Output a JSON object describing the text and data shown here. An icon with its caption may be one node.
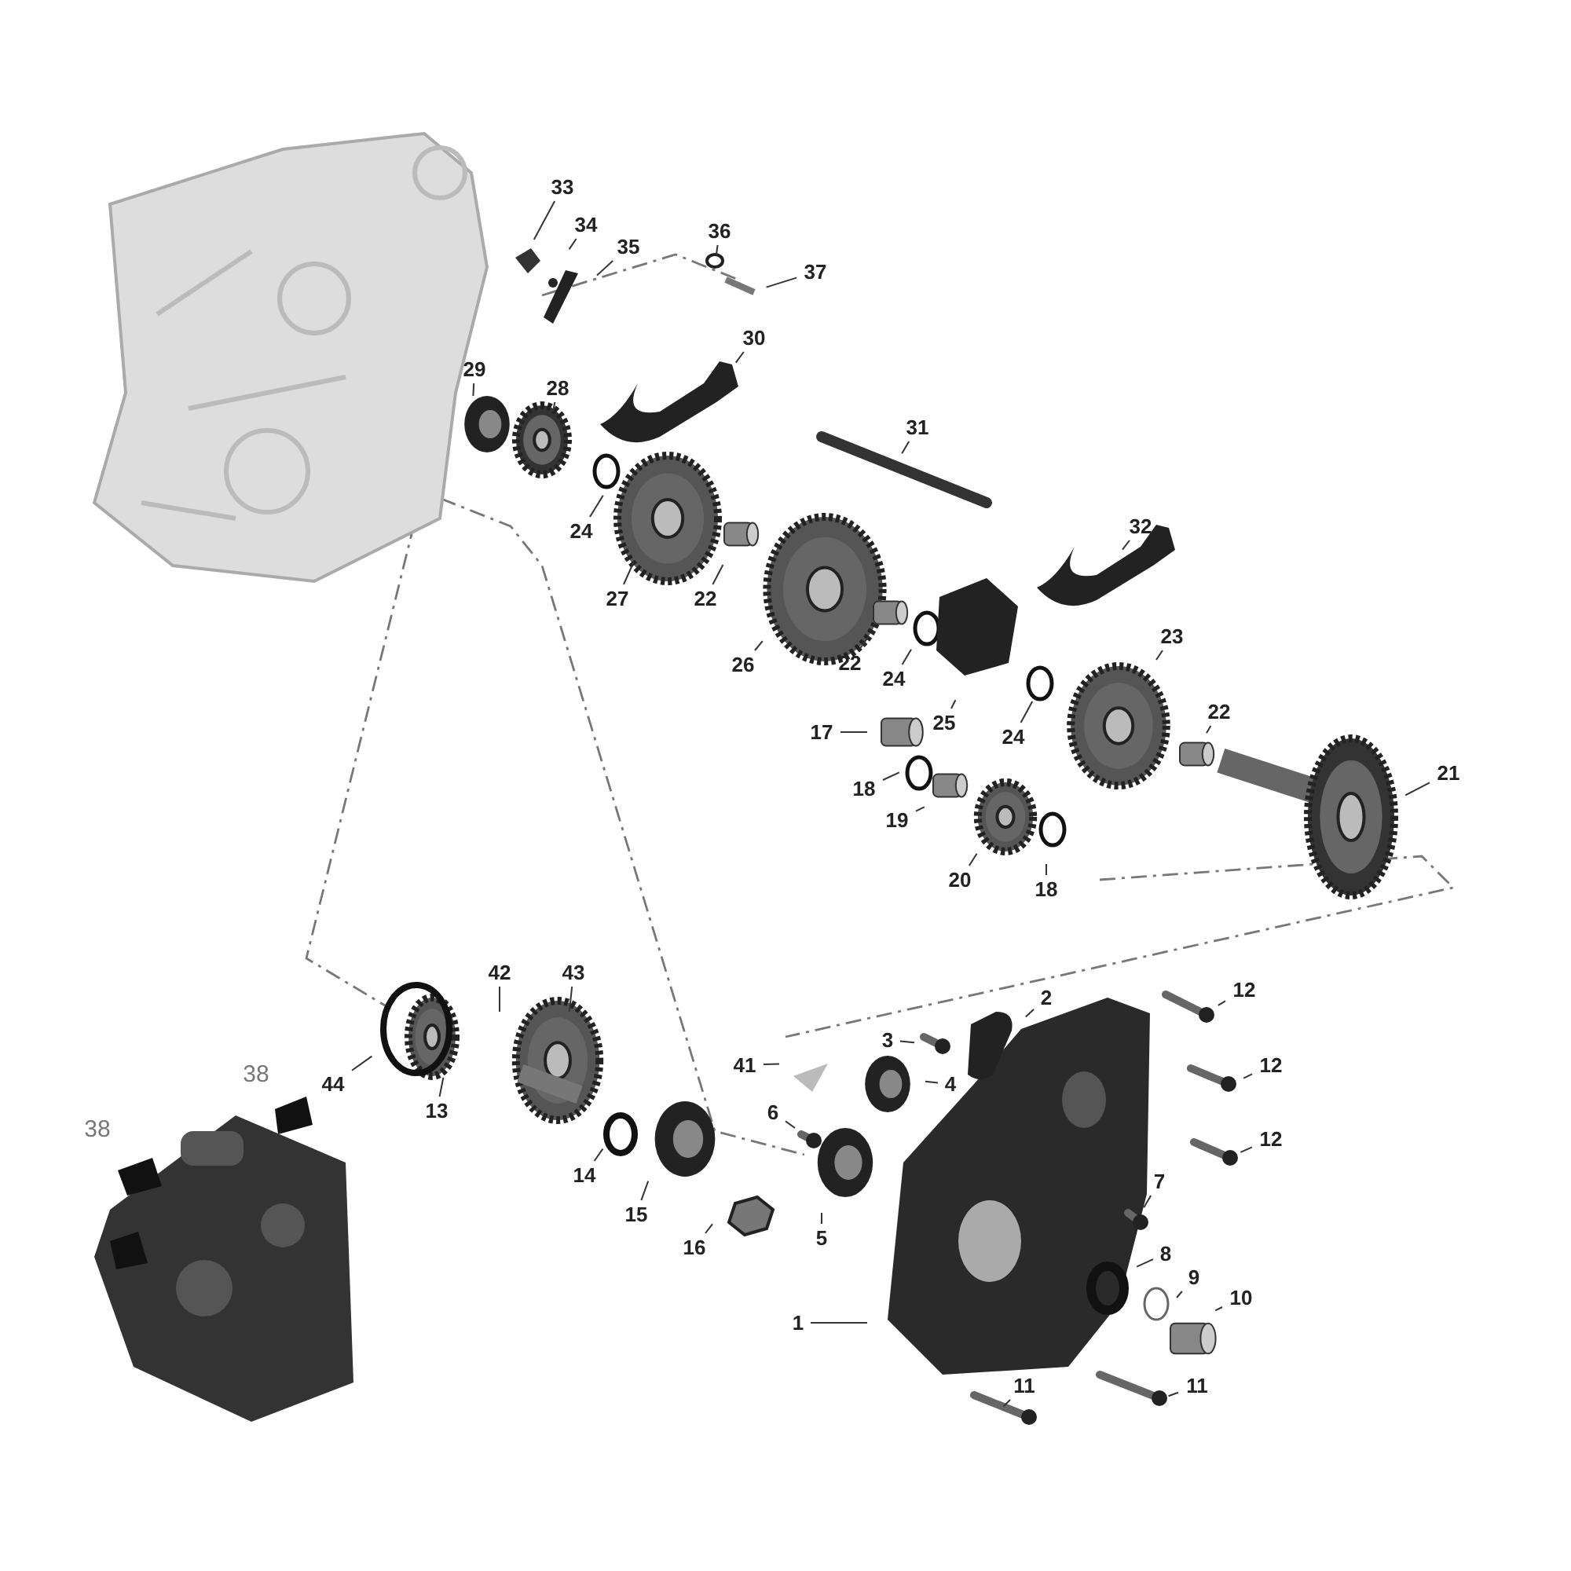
{
  "diagram": {
    "nodes": [
      {
        "text": [
          "33"
        ]
      },
      {
        "text": [
          "34"
        ]
      },
      {
        "text": [
          "35"
        ]
      },
      {
        "text": [
          "36"
        ]
      },
      {
        "text": [
          "37"
        ]
      },
      {
        "text": [
          "30"
        ]
      },
      {
        "text": [
          "29"
        ]
      },
      {
        "text": [
          "28"
        ]
      },
      {
        "text": [
          "31"
        ]
      },
      {
        "text": [
          "24"
        ]
      },
      {
        "text": [
          "27"
        ]
      },
      {
        "text": [
          "22"
        ]
      },
      {
        "text": [
          "26"
        ]
      },
      {
        "text": [
          "32"
        ]
      },
      {
        "text": [
          "22"
        ]
      },
      {
        "text": [
          "24"
        ]
      },
      {
        "text": [
          "25"
        ]
      },
      {
        "text": [
          "23"
        ]
      },
      {
        "text": [
          "24"
        ]
      },
      {
        "text": [
          "22"
        ]
      },
      {
        "text": [
          "17"
        ]
      },
      {
        "text": [
          "18"
        ]
      },
      {
        "text": [
          "19"
        ]
      },
      {
        "text": [
          "21"
        ]
      },
      {
        "text": [
          "20"
        ]
      },
      {
        "text": [
          "18"
        ]
      },
      {
        "text": [
          "42"
        ]
      },
      {
        "text": [
          "43"
        ]
      },
      {
        "text": [
          "12"
        ]
      },
      {
        "text": [
          "2"
        ]
      },
      {
        "text": [
          "3"
        ]
      },
      {
        "text": [
          "44"
        ]
      },
      {
        "text": [
          "41"
        ]
      },
      {
        "text": [
          "4"
        ]
      },
      {
        "text": [
          "6"
        ]
      },
      {
        "text": [
          "13"
        ]
      },
      {
        "text": [
          "12"
        ]
      },
      {
        "text": [
          "12"
        ]
      },
      {
        "text": [
          "14"
        ]
      },
      {
        "text": [
          "15"
        ]
      },
      {
        "text": [
          "16"
        ]
      },
      {
        "text": [
          "5"
        ]
      },
      {
        "text": [
          "7"
        ]
      },
      {
        "text": [
          "8"
        ]
      },
      {
        "text": [
          "9"
        ]
      },
      {
        "text": [
          "10"
        ]
      },
      {
        "text": [
          "1"
        ]
      },
      {
        "text": [
          "11"
        ]
      },
      {
        "text": [
          "11"
        ]
      }
    ],
    "edges": [
      {
        "from": 0,
        "to": null,
        "arrow": "none"
      },
      {
        "from": 1,
        "to": null,
        "arrow": "none"
      },
      {
        "from": 2,
        "to": null,
        "arrow": "none"
      },
      {
        "from": 3,
        "to": null,
        "arrow": "none"
      },
      {
        "from": 4,
        "to": null,
        "arrow": "none"
      },
      {
        "from": 5,
        "to": null,
        "arrow": "none"
      },
      {
        "from": 6,
        "to": null,
        "arrow": "none"
      },
      {
        "from": 7,
        "to": null,
        "arrow": "none"
      },
      {
        "from": 8,
        "to": null,
        "arrow": "none"
      },
      {
        "from": 9,
        "to": null,
        "arrow": "none"
      },
      {
        "from": 10,
        "to": null,
        "arrow": "none"
      },
      {
        "from": 11,
        "to": null,
        "arrow": "none"
      },
      {
        "from": 12,
        "to": null,
        "arrow": "none"
      },
      {
        "from": 13,
        "to": null,
        "arrow": "none"
      },
      {
        "from": 14,
        "to": null,
        "arrow": "none"
      },
      {
        "from": 15,
        "to": null,
        "arrow": "none"
      },
      {
        "from": 16,
        "to": null,
        "arrow": "none"
      },
      {
        "from": 17,
        "to": null,
        "arrow": "none"
      },
      {
        "from": 18,
        "to": null,
        "arrow": "none"
      },
      {
        "from": 19,
        "to": null,
        "arrow": "none"
      },
      {
        "from": 20,
        "to": null,
        "arrow": "none"
      },
      {
        "from": 21,
        "to": null,
        "arrow": "none"
      },
      {
        "from": 22,
        "to": null,
        "arrow": "none"
      },
      {
        "from": 23,
        "to": null,
        "arrow": "none"
      },
      {
        "from": 24,
        "to": null,
        "arrow": "none"
      },
      {
        "from": 25,
        "to": null,
        "arrow": "none"
      },
      {
        "from": 26,
        "to": null,
        "arrow": "none"
      },
      {
        "from": 27,
        "to": null,
        "arrow": "none"
      },
      {
        "from": 28,
        "to": null,
        "arrow": "none"
      },
      {
        "from": 29,
        "to": null,
        "arrow": "none"
      },
      {
        "from": 30,
        "to": null,
        "arrow": "none"
      },
      {
        "from": 31,
        "to": null,
        "arrow": "none"
      },
      {
        "from": 32,
        "to": null,
        "arrow": "none"
      },
      {
        "from": 33,
        "to": null,
        "arrow": "none"
      },
      {
        "from": 34,
        "to": null,
        "arrow": "none"
      },
      {
        "from": 35,
        "to": null,
        "arrow": "none"
      },
      {
        "from": 36,
        "to": null,
        "arrow": "none"
      },
      {
        "from": 37,
        "to": null,
        "arrow": "none"
      },
      {
        "from": 38,
        "to": null,
        "arrow": "none"
      },
      {
        "from": 39,
        "to": null,
        "arrow": "none"
      },
      {
        "from": 40,
        "to": null,
        "arrow": "none"
      },
      {
        "from": 41,
        "to": null,
        "arrow": "none"
      },
      {
        "from": 42,
        "to": null,
        "arrow": "none"
      },
      {
        "from": 43,
        "to": null,
        "arrow": "none"
      },
      {
        "from": 44,
        "to": null,
        "arrow": "none"
      },
      {
        "from": 45,
        "to": null,
        "arrow": "none"
      },
      {
        "from": 46,
        "to": null,
        "arrow": "none"
      },
      {
        "from": 47,
        "to": null,
        "arrow": "none"
      },
      {
        "from": 48,
        "to": null,
        "arrow": "none"
      }
    ],
    "labels": [
      "38",
      "38"
    ]
  }
}
